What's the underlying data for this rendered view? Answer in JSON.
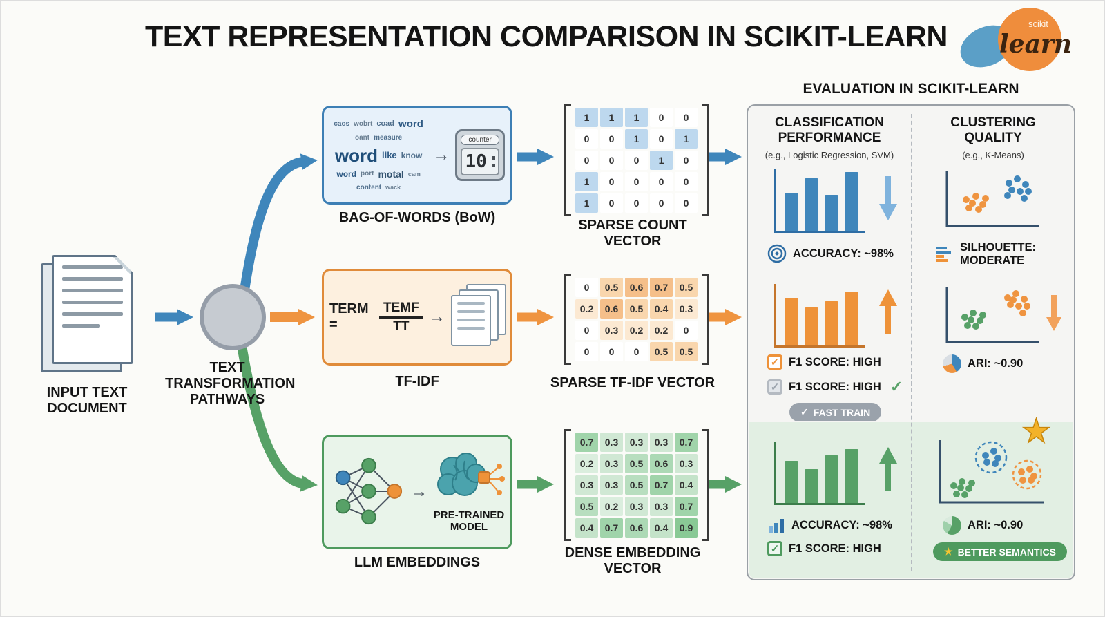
{
  "title": "TEXT REPRESENTATION COMPARISON IN SCIKIT-LEARN",
  "logo": {
    "scikit": "scikit",
    "learn": "learn"
  },
  "icons": {
    "check": "✓",
    "star": "★",
    "arrow_right": "→"
  },
  "input_doc": {
    "label_line1": "INPUT TEXT",
    "label_line2": "DOCUMENT"
  },
  "hub": {
    "label_line1": "TEXT",
    "label_line2": "TRANSFORMATION",
    "label_line3": "PATHWAYS"
  },
  "bow": {
    "label": "BAG-OF-WORDS (BoW)",
    "words": [
      "caos",
      "wobrt",
      "coad",
      "word",
      "oant",
      "measure",
      "word",
      "like",
      "know",
      "word",
      "port",
      "motal",
      "cam",
      "content",
      "wack"
    ],
    "counter_label": "counter",
    "counter_value": "10",
    "vector_label": "SPARSE COUNT VECTOR",
    "matrix": [
      [
        1,
        1,
        1,
        0,
        0
      ],
      [
        0,
        0,
        1,
        0,
        1
      ],
      [
        0,
        0,
        0,
        1,
        0
      ],
      [
        1,
        0,
        0,
        0,
        0
      ],
      [
        1,
        0,
        0,
        0,
        0
      ]
    ]
  },
  "tfidf": {
    "label": "TF-IDF",
    "formula_lhs": "TERM =",
    "formula_numerator": "TEMF",
    "formula_denominator": "TT",
    "vector_label": "SPARSE TF-IDF VECTOR",
    "matrix": [
      [
        0,
        0.5,
        0.6,
        0.7,
        0.5
      ],
      [
        0.2,
        0.6,
        0.5,
        0.4,
        0.3
      ],
      [
        0,
        0.3,
        0.2,
        0.2,
        0
      ],
      [
        0,
        0,
        0,
        0.5,
        0.5
      ]
    ]
  },
  "llm": {
    "label": "LLM EMBEDDINGS",
    "model_label_line1": "PRE-TRAINED",
    "model_label_line2": "MODEL",
    "vector_label_line1": "DENSE EMBEDDING",
    "vector_label_line2": "VECTOR",
    "matrix": [
      [
        0.7,
        0.3,
        0.3,
        0.3,
        0.7
      ],
      [
        0.2,
        0.3,
        0.5,
        0.6,
        0.3
      ],
      [
        0.3,
        0.3,
        0.5,
        0.7,
        0.4
      ],
      [
        0.5,
        0.2,
        0.3,
        0.3,
        0.7
      ],
      [
        0.4,
        0.7,
        0.6,
        0.4,
        0.9
      ]
    ]
  },
  "evaluation": {
    "title": "EVALUATION IN SCIKIT-LEARN",
    "classification": {
      "title_line1": "CLASSIFICATION",
      "title_line2": "PERFORMANCE",
      "subtitle": "(e.g., Logistic Regression, SVM)"
    },
    "clustering": {
      "title_line1": "CLUSTERING",
      "title_line2": "QUALITY",
      "subtitle": "(e.g., K-Means)"
    },
    "bow_row": {
      "bars": [
        62,
        85,
        58,
        95
      ],
      "accuracy": "ACCURACY: ~98%",
      "silhouette_line1": "SILHOUETTE:",
      "silhouette_line2": "MODERATE"
    },
    "tfidf_row": {
      "bars": [
        78,
        62,
        72,
        88
      ],
      "f1_a": "F1 SCORE: HIGH",
      "f1_b": "F1 SCORE: HIGH",
      "badge": "FAST TRAIN",
      "ari": "ARI: ~0.90"
    },
    "llm_row": {
      "bars": [
        68,
        55,
        78,
        88
      ],
      "accuracy": "ACCURACY: ~98%",
      "f1": "F1 SCORE: HIGH",
      "ari": "ARI: ~0.90",
      "badge": "BETTER SEMANTICS"
    }
  },
  "colors": {
    "blue": "#3f86bb",
    "orange": "#ef9440",
    "green": "#57a167"
  }
}
